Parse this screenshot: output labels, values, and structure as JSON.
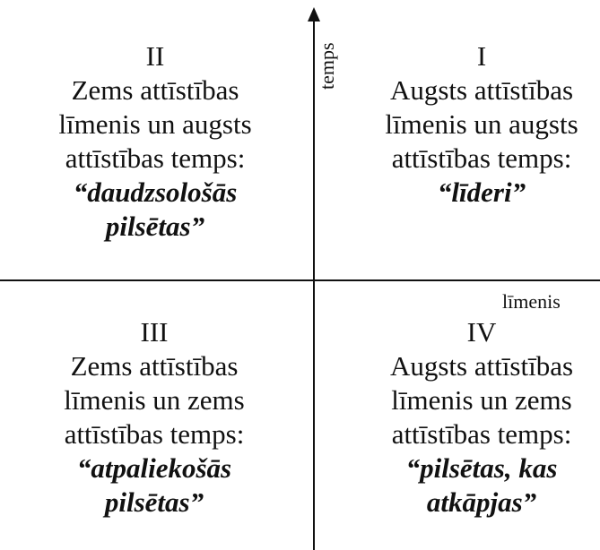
{
  "axes": {
    "vertical_label": "temps",
    "horizontal_label": "līmenis"
  },
  "quadrants": {
    "q2": {
      "numeral": "II",
      "line1": "Zems attīstības",
      "line2": "līmenis un augsts",
      "line3": "attīstības temps:",
      "label1": "“daudzsološās",
      "label2": "pilsētas”"
    },
    "q1": {
      "numeral": "I",
      "line1": "Augsts attīstības",
      "line2": "līmenis un augsts",
      "line3": "attīstības temps:",
      "label1": "“līderi”",
      "label2": ""
    },
    "q3": {
      "numeral": "III",
      "line1": "Zems attīstības",
      "line2": "līmenis un zems",
      "line3": "attīstības temps:",
      "label1": "“atpaliekošās",
      "label2": "pilsētas”"
    },
    "q4": {
      "numeral": "IV",
      "line1": "Augsts attīstības",
      "line2": "līmenis un zems",
      "line3": "attīstības temps:",
      "label1": "“pilsētas, kas",
      "label2": "atkāpjas”"
    }
  }
}
